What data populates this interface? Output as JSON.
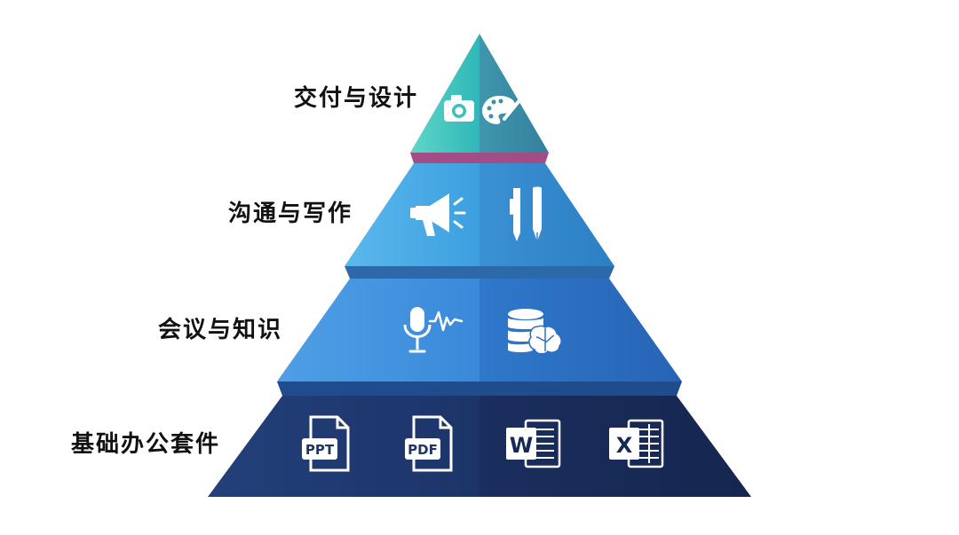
{
  "tiers": [
    {
      "label": "交付与设计",
      "icons": [
        "camera-icon",
        "palette-icon"
      ]
    },
    {
      "label": "沟通与写作",
      "icons": [
        "megaphone-icon",
        "pens-icon"
      ]
    },
    {
      "label": "会议与知识",
      "icons": [
        "microphone-wave-icon",
        "database-brain-icon"
      ]
    },
    {
      "label": "基础办公套件",
      "icons": [
        "ppt-file-icon",
        "pdf-file-icon",
        "word-icon",
        "excel-icon"
      ]
    }
  ],
  "file_icons": {
    "ppt": "PPT",
    "pdf": "PDF",
    "word": "W",
    "excel": "X"
  },
  "colors": {
    "tier1_left": "#3cc4c0",
    "tier1_right": "#3a8ea6",
    "tier2_left": "#3fa3e0",
    "tier2_right": "#2f86c8",
    "tier3_left": "#3b8fde",
    "tier3_right": "#2b6fc2",
    "tier4_left": "#1e3566",
    "tier4_right": "#172a55"
  }
}
